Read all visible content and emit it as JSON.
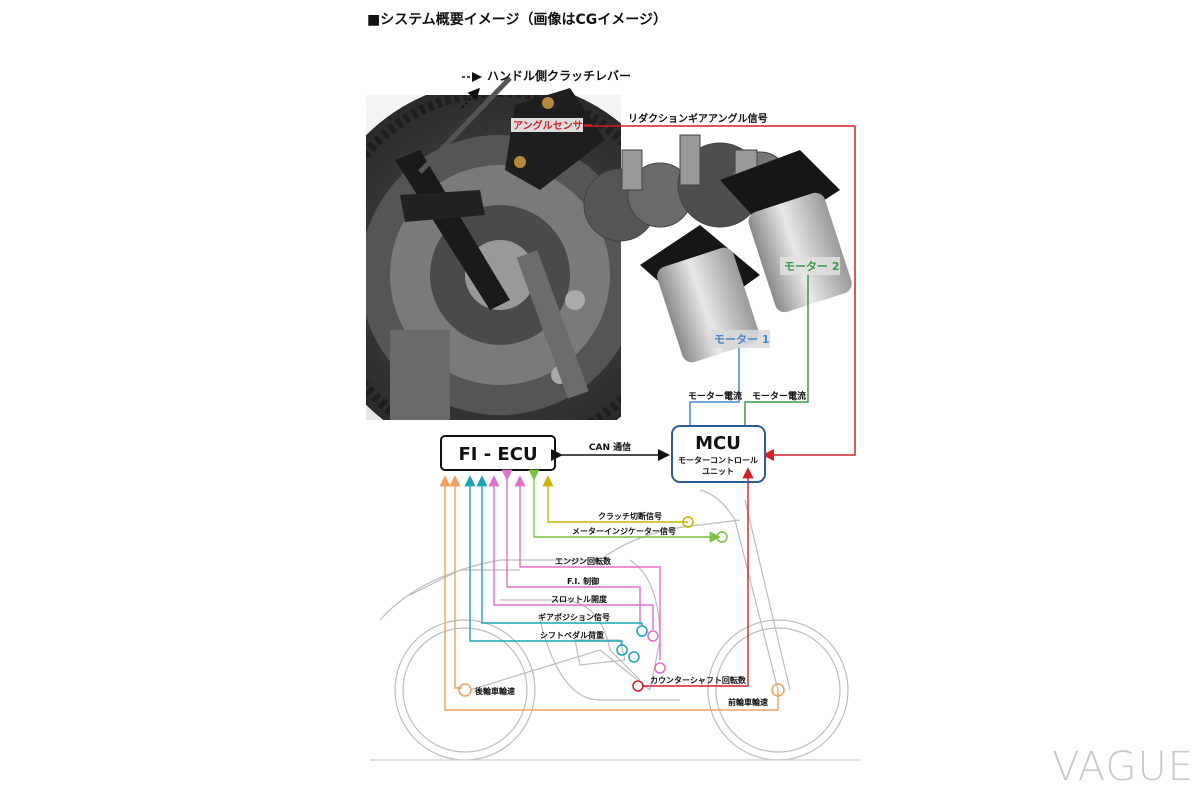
{
  "title": "■システム概要イメージ（画像はCGイメージ）",
  "labels": {
    "clutch_lever": "ハンドル側クラッチレバー",
    "angle_sensor": "アングルセンサー",
    "reduction_gear_signal": "リダクションギアアングル信号",
    "motor1": "モーター 1",
    "motor2": "モーター 2",
    "motor_current_1": "モーター電流",
    "motor_current_2": "モーター電流",
    "can": "CAN 通信",
    "fi_ecu": "FI - ECU",
    "mcu": "MCU",
    "mcu_sub1": "モーターコントロール",
    "mcu_sub2": "ユニット"
  },
  "signals": [
    {
      "label": "クラッチ切断信号",
      "color": "#c8b400"
    },
    {
      "label": "メーターインジケーター信号",
      "color": "#7cc242"
    },
    {
      "label": "エンジン回転数",
      "color": "#e070c8"
    },
    {
      "label": "F.I. 制御",
      "color": "#e070c8"
    },
    {
      "label": "スロットル開度",
      "color": "#e070c8"
    },
    {
      "label": "ギアポジション信号",
      "color": "#1aa6b7"
    },
    {
      "label": "シフトペダル荷重",
      "color": "#1aa6b7"
    },
    {
      "label": "カウンターシャフト回転数",
      "color": "#d0202a"
    },
    {
      "label": "後輪車輪速",
      "color": "#f0a060"
    },
    {
      "label": "前輪車輪速",
      "color": "#f0a060"
    }
  ],
  "colors": {
    "angle_line": "#d0202a",
    "motor1_line": "#4a86c8",
    "motor2_line": "#3a9a4a",
    "clutch_signal": "#c8b400",
    "meter_signal": "#7cc242",
    "engine_signals": "#e070c8",
    "gear_signals": "#1aa6b7",
    "wheel_speed": "#f0a060"
  },
  "watermark": "VAGUE"
}
